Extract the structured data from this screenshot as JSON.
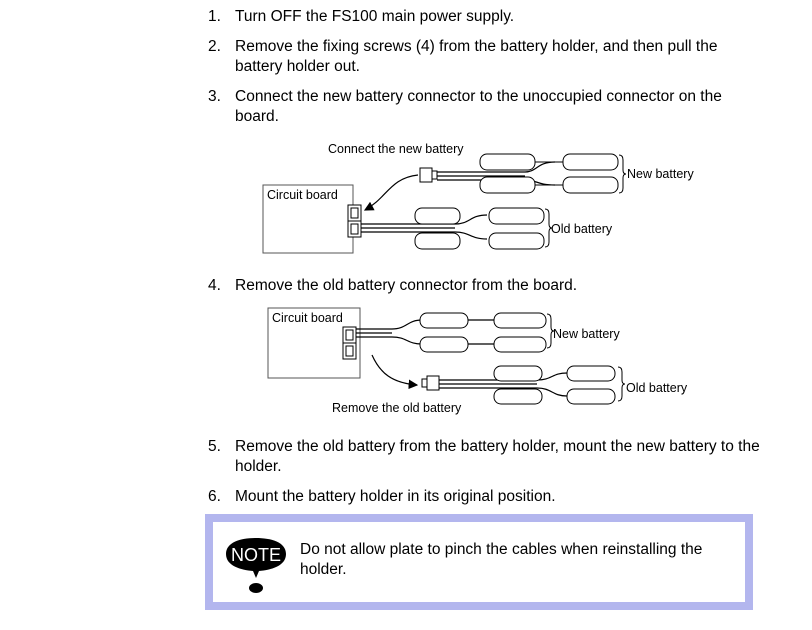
{
  "steps": [
    {
      "num": "1.",
      "text": "Turn OFF the FS100 main power supply."
    },
    {
      "num": "2.",
      "text": "Remove the fixing screws (4) from the battery holder, and then pull the battery holder out."
    },
    {
      "num": "3.",
      "text": "Connect the new battery connector to the unoccupied connector on the board."
    },
    {
      "num": "4.",
      "text": "Remove the old battery connector from the board."
    },
    {
      "num": "5.",
      "text": "Remove the old battery from the battery holder, mount the new battery to the holder."
    },
    {
      "num": "6.",
      "text": "Mount the battery holder in its original position."
    }
  ],
  "figure1": {
    "caption": "Connect the new battery",
    "board_label": "Circuit board",
    "new_label": "New battery",
    "old_label": "Old battery"
  },
  "figure2": {
    "caption": "Remove the old battery",
    "board_label": "Circuit board",
    "new_label": "New battery",
    "old_label": "Old battery"
  },
  "note": {
    "badge": "NOTE",
    "text": "Do not allow plate to pinch the cables when reinstalling the holder.",
    "border_color": "#b3b6ee"
  }
}
